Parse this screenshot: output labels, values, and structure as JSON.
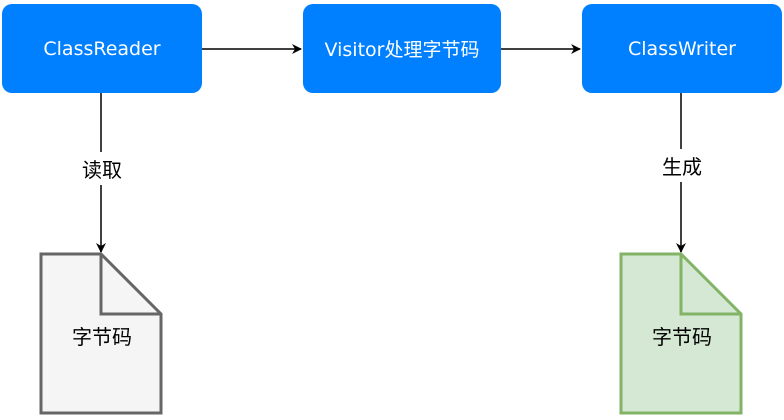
{
  "nodes": {
    "reader": "ClassReader",
    "visitor": "Visitor处理字节码",
    "writer": "ClassWriter"
  },
  "edge_labels": {
    "read": "读取",
    "generate": "生成"
  },
  "documents": {
    "input": "字节码",
    "output": "字节码"
  },
  "colors": {
    "node_fill": "#007fff",
    "input_doc_fill": "#f5f5f5",
    "input_doc_stroke": "#666666",
    "output_doc_fill": "#d5e8d4",
    "output_doc_stroke": "#82b366"
  }
}
